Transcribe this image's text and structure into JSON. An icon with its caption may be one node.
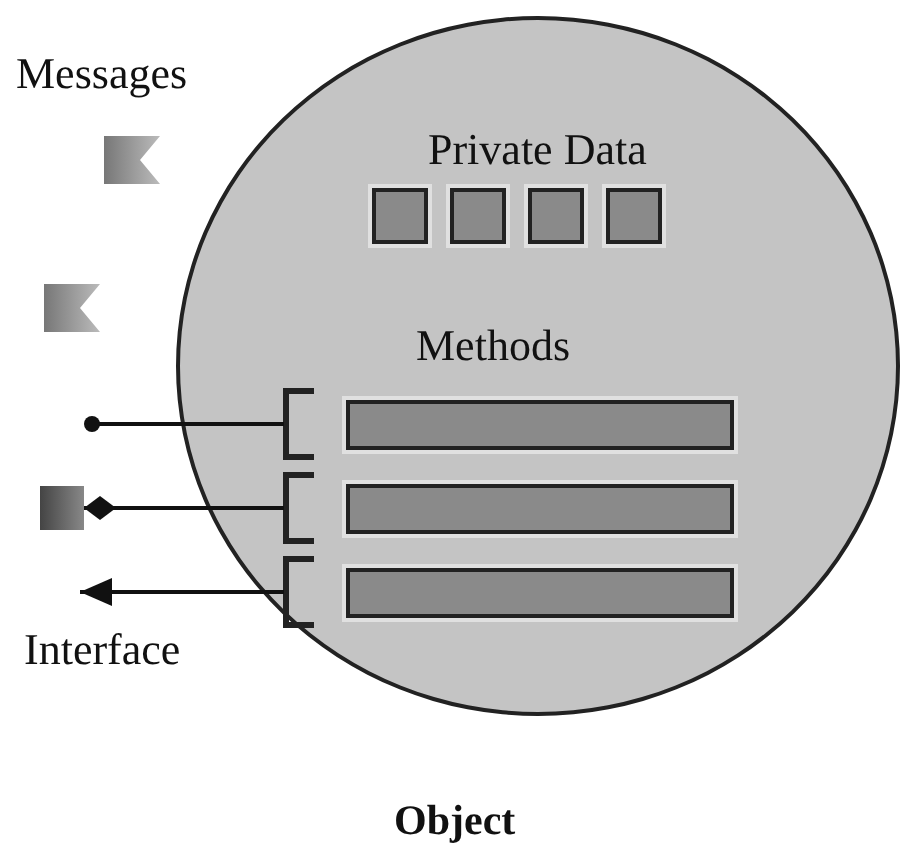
{
  "diagram": {
    "nodes": [
      {
        "text": [
          "Object"
        ]
      },
      {
        "text": [],
        "shape": "box",
        "in": 0
      },
      {
        "text": [],
        "shape": "box",
        "in": 0
      },
      {
        "text": [],
        "shape": "box",
        "in": 0
      },
      {
        "text": [],
        "shape": "box",
        "in": 0
      },
      {
        "text": [],
        "shape": "bar",
        "in": 0
      },
      {
        "text": [],
        "shape": "bar",
        "in": 0
      },
      {
        "text": [],
        "shape": "bar",
        "in": 0
      },
      {
        "text": [],
        "shape": "bracket",
        "in": 0
      },
      {
        "text": [],
        "shape": "bracket",
        "in": 0
      },
      {
        "text": [],
        "shape": "bracket",
        "in": 0
      },
      {
        "text": [],
        "shape": "box"
      }
    ],
    "edges": [
      {
        "from": null,
        "to": 8,
        "arrow": "other"
      },
      {
        "from": 11,
        "to": 9,
        "arrow": "other"
      },
      {
        "from": 10,
        "to": null,
        "arrow": "to"
      }
    ],
    "labels": [
      "Messages",
      "Private Data",
      "Methods",
      "Interface"
    ]
  }
}
